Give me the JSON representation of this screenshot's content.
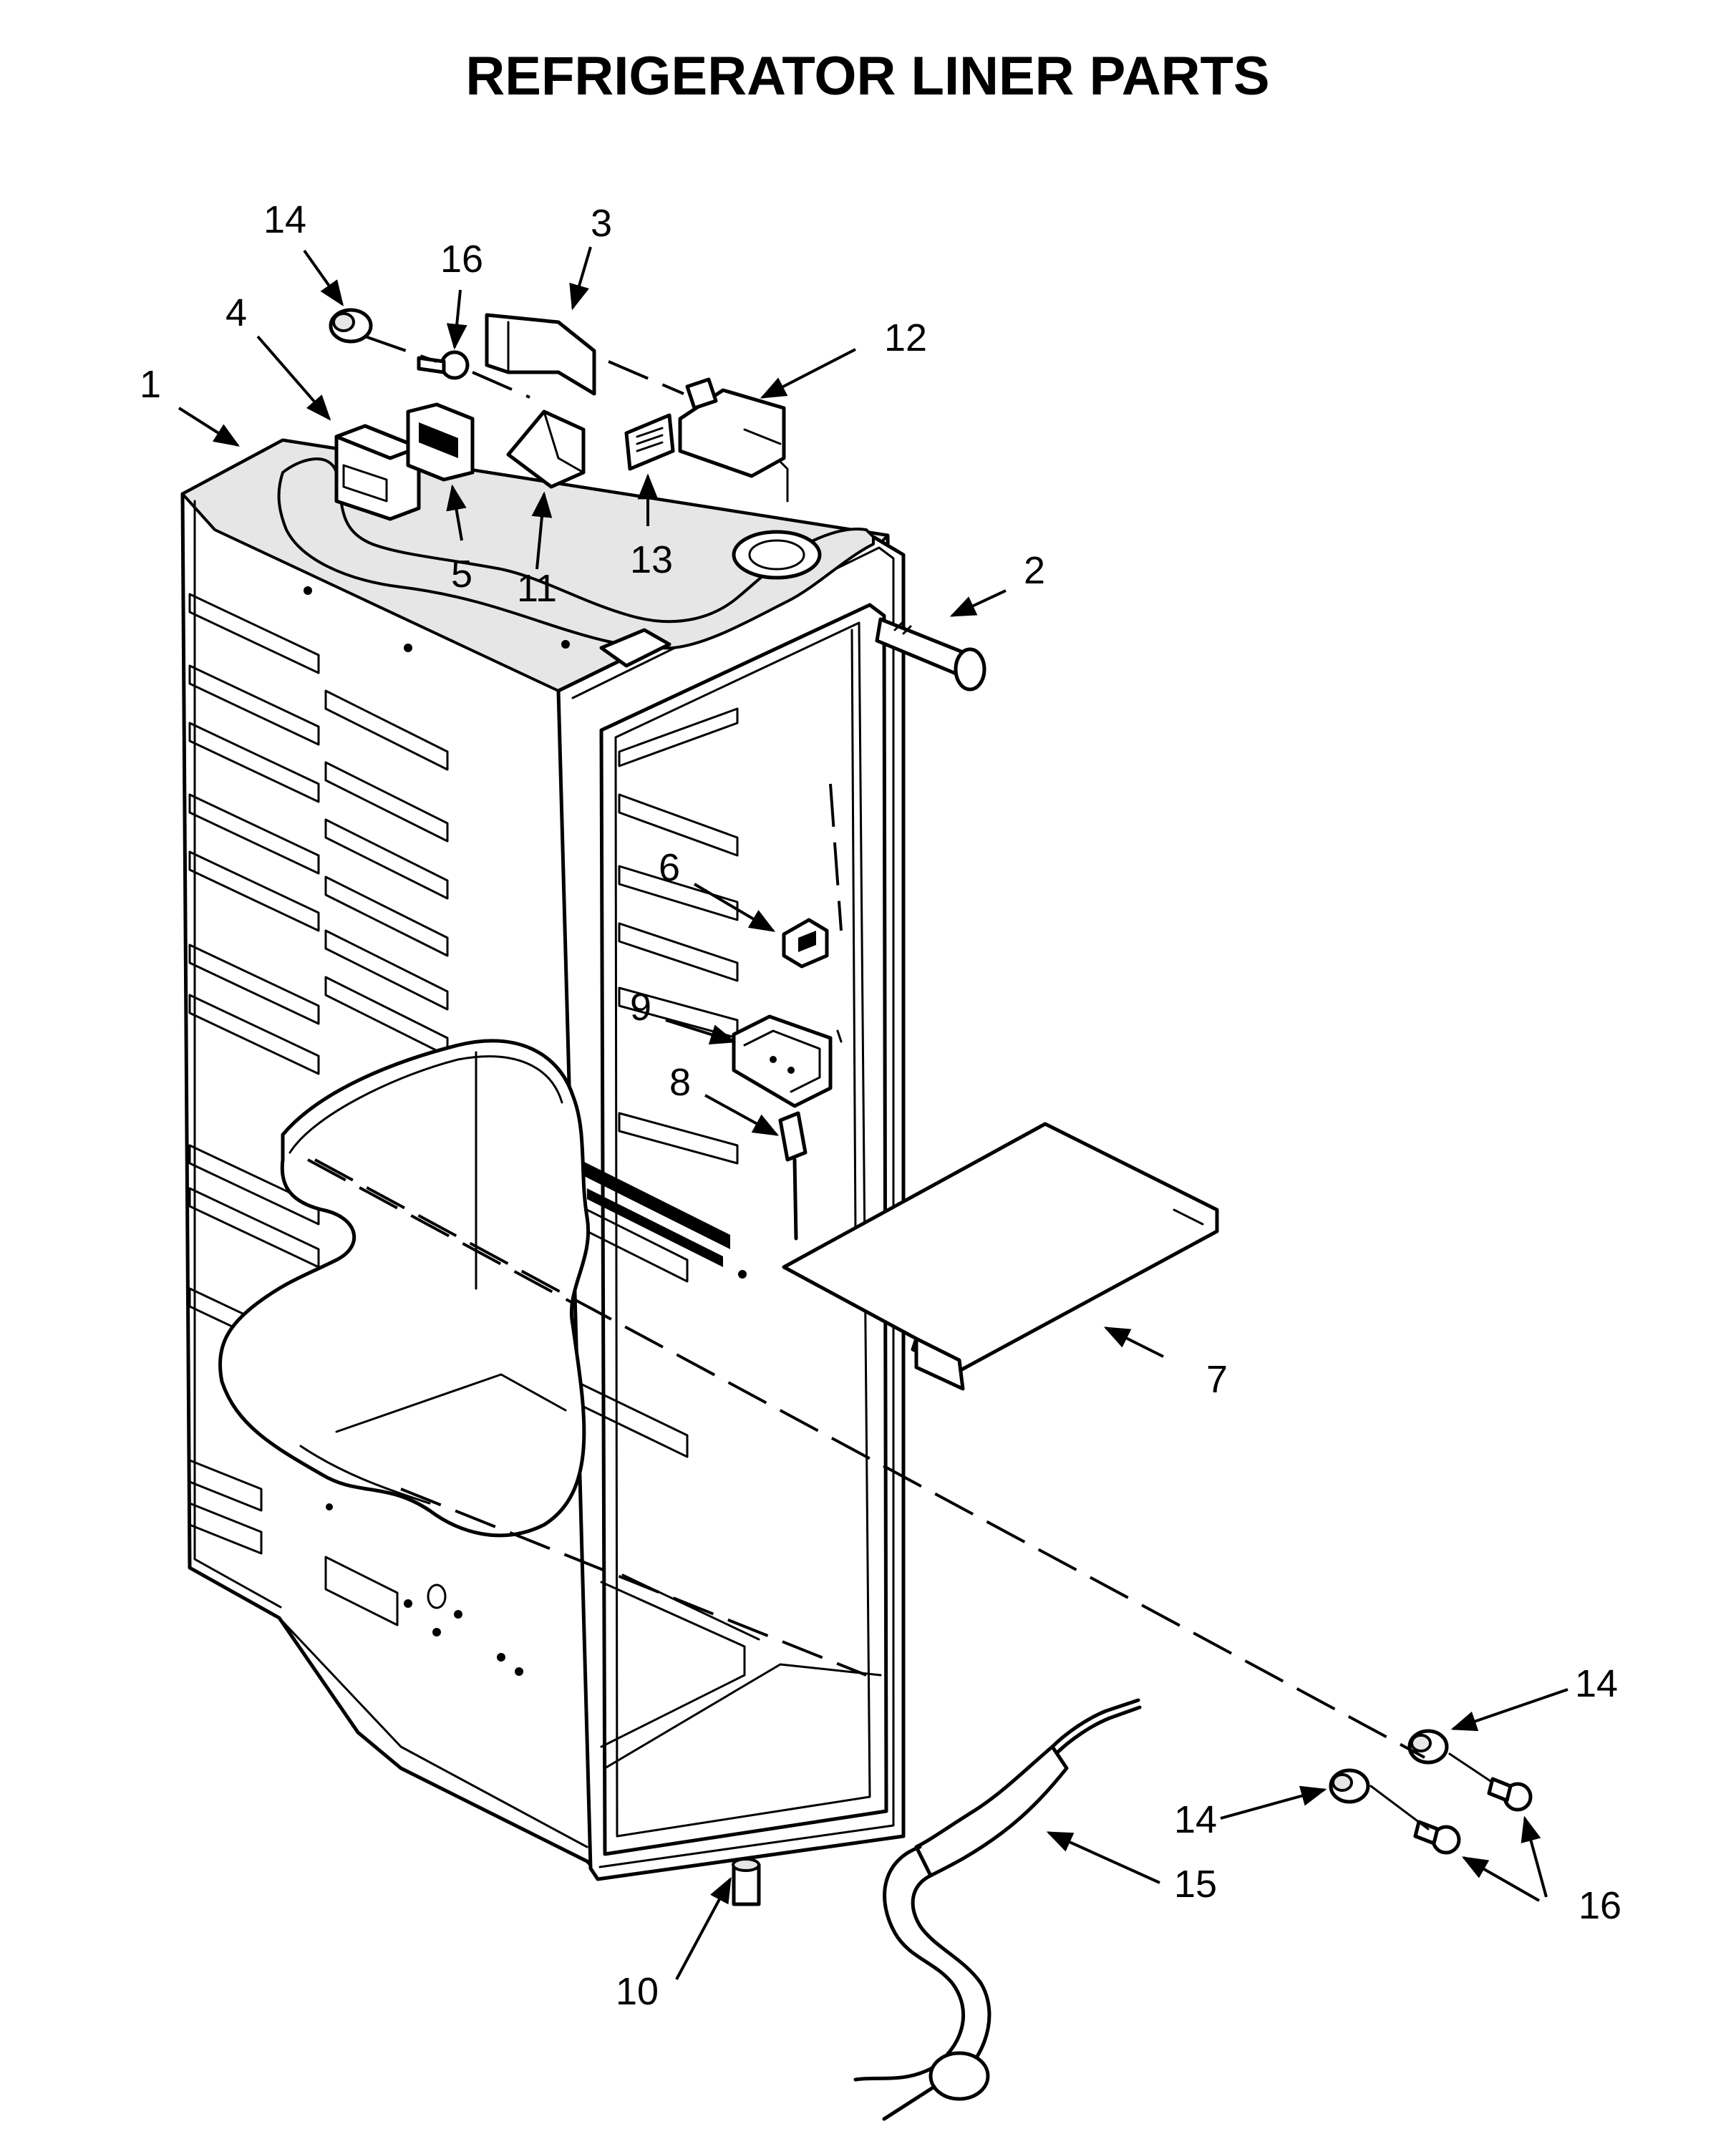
{
  "title": "REFRIGERATOR LINER PARTS",
  "callouts": {
    "c1": "1",
    "c2": "2",
    "c3": "3",
    "c4": "4",
    "c5": "5",
    "c6": "6",
    "c7": "7",
    "c8": "8",
    "c9": "9",
    "c10": "10",
    "c11": "11",
    "c12": "12",
    "c13": "13",
    "c14a": "14",
    "c16a": "16",
    "c14b": "14",
    "c14c": "14",
    "c15": "15",
    "c16b": "16"
  }
}
